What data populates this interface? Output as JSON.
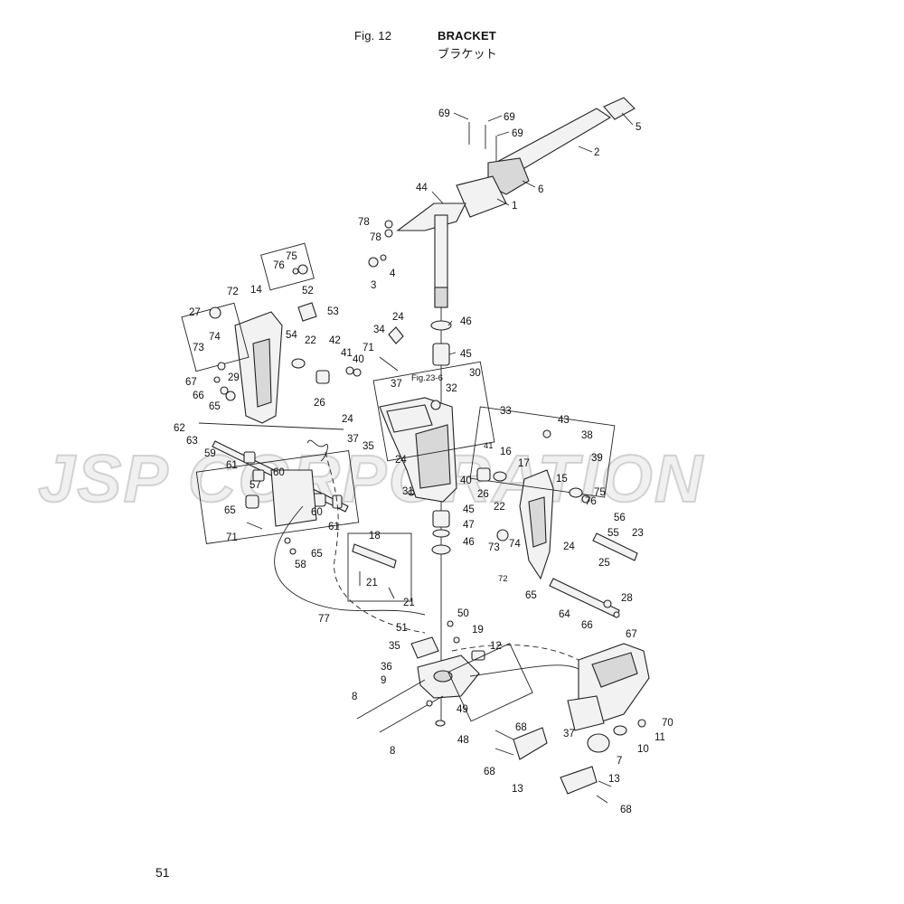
{
  "header": {
    "fig_label": "Fig. 12",
    "title_en": "BRACKET",
    "title_jp": "ブラケット"
  },
  "page_number": "51",
  "watermark": "JSP CORPORATION",
  "reference": "Fig.23-6",
  "callouts": {
    "c69a": "69",
    "c69b": "69",
    "c69c": "69",
    "c5": "5",
    "c2": "2",
    "c6": "6",
    "c44": "44",
    "c1": "1",
    "c78a": "78",
    "c78b": "78",
    "c4": "4",
    "c3": "3",
    "c75a": "75",
    "c76a": "76",
    "c72a": "72",
    "c14": "14",
    "c52": "52",
    "c53": "53",
    "c27": "27",
    "c54": "54",
    "c74a": "74",
    "c73a": "73",
    "c22a": "22",
    "c29": "29",
    "c67a": "67",
    "c66a": "66",
    "c65a": "65",
    "c26a": "26",
    "c42": "42",
    "c41a": "41",
    "c40a": "40",
    "c24a": "24",
    "c34": "34",
    "c71a": "71",
    "c37a": "37",
    "c46a": "46",
    "c45a": "45",
    "c30": "30",
    "c32": "32",
    "c33": "33",
    "c24b": "24",
    "c37b": "37",
    "c35a": "35",
    "c43": "43",
    "c38": "38",
    "c39": "39",
    "c41b": "41",
    "c16": "16",
    "c17": "17",
    "c24c": "24",
    "c40b": "40",
    "c26b": "26",
    "c22b": "22",
    "c15": "15",
    "c75b": "75",
    "c76b": "76",
    "c56": "56",
    "c55": "55",
    "c23": "23",
    "c62": "62",
    "c63": "63",
    "c59": "59",
    "c61a": "61",
    "c60a": "60",
    "c57": "57",
    "c65b": "65",
    "c60b": "60",
    "c61b": "61",
    "c31": "31",
    "c45b": "45",
    "c47": "47",
    "c46b": "46",
    "c73b": "73",
    "c74b": "74",
    "c24d": "24",
    "c25": "25",
    "c72b": "72",
    "c71b": "71",
    "c65c": "65",
    "c58": "58",
    "c18": "18",
    "c21a": "21",
    "c21b": "21",
    "c65d": "65",
    "c28": "28",
    "c64": "64",
    "c66b": "66",
    "c67b": "67",
    "c77": "77",
    "c50": "50",
    "c51": "51",
    "c19": "19",
    "c35b": "35",
    "c12": "12",
    "c36": "36",
    "c9": "9",
    "c49": "49",
    "c8a": "8",
    "c8b": "8",
    "c48": "48",
    "c68a": "68",
    "c37c": "37",
    "c70": "70",
    "c10": "10",
    "c11": "11",
    "c7": "7",
    "c68b": "68",
    "c13a": "13",
    "c13b": "13",
    "c68c": "68"
  }
}
